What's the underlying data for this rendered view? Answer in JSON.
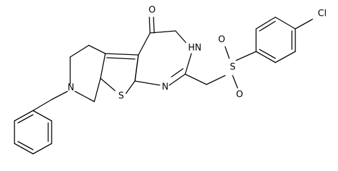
{
  "molecule": {
    "atoms": {
      "O_carbonyl": "O",
      "NH": "HN",
      "S_ring": "S",
      "N_pyrimidine": "N",
      "N_piperidine": "N",
      "S_sulfonyl": "S",
      "O_sulfonyl_1": "O",
      "O_sulfonyl_2": "O",
      "Cl": "Cl"
    }
  }
}
